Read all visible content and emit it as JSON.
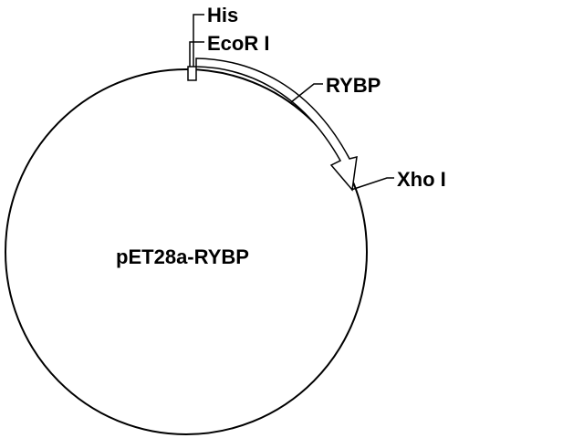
{
  "plasmid": {
    "name": "pET28a-RYBP"
  },
  "features": {
    "his": "His",
    "ecori": "EcoR I",
    "rybp": "RYBP",
    "xhoi": "Xho I"
  },
  "colors": {
    "line": "#000000",
    "background": "#ffffff",
    "arrow_fill": "#ffffff"
  }
}
